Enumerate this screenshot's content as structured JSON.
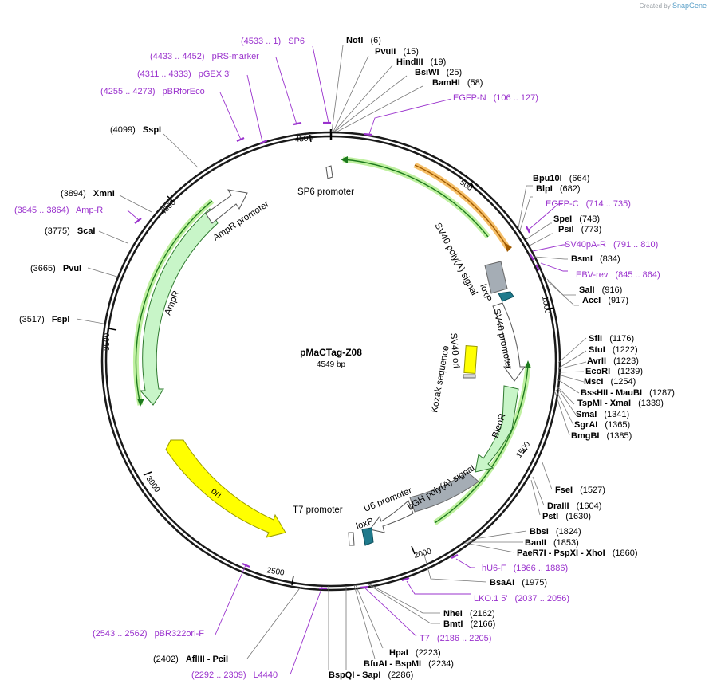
{
  "credit": {
    "prefix": "Created by",
    "brand": "SnapGene"
  },
  "plasmid": {
    "name": "pMaCTag-Z08",
    "size": "4549 bp"
  },
  "ticks": [
    "500",
    "1000",
    "1500",
    "2000",
    "2500",
    "3000",
    "3500",
    "4000",
    "4500"
  ],
  "sites": [
    {
      "name": "NotI",
      "pos": "(6)"
    },
    {
      "name": "PvuII",
      "pos": "(15)"
    },
    {
      "name": "HindIII",
      "pos": "(19)"
    },
    {
      "name": "BsiWI",
      "pos": "(25)"
    },
    {
      "name": "BamHI",
      "pos": "(58)"
    },
    {
      "name": "Bpu10I",
      "pos": "(664)"
    },
    {
      "name": "BlpI",
      "pos": "(682)"
    },
    {
      "name": "SpeI",
      "pos": "(748)"
    },
    {
      "name": "PsiI",
      "pos": "(773)"
    },
    {
      "name": "BsmI",
      "pos": "(834)"
    },
    {
      "name": "SalI",
      "pos": "(916)"
    },
    {
      "name": "AccI",
      "pos": "(917)"
    },
    {
      "name": "SfiI",
      "pos": "(1176)"
    },
    {
      "name": "StuI",
      "pos": "(1222)"
    },
    {
      "name": "AvrII",
      "pos": "(1223)"
    },
    {
      "name": "EcoRI",
      "pos": "(1239)"
    },
    {
      "name": "MscI",
      "pos": "(1254)"
    },
    {
      "name": "BssHII - MauBI",
      "pos": "(1287)"
    },
    {
      "name": "TspMI - XmaI",
      "pos": "(1339)"
    },
    {
      "name": "SmaI",
      "pos": "(1341)"
    },
    {
      "name": "SgrAI",
      "pos": "(1365)"
    },
    {
      "name": "BmgBI",
      "pos": "(1385)"
    },
    {
      "name": "FseI",
      "pos": "(1527)"
    },
    {
      "name": "DraIII",
      "pos": "(1604)"
    },
    {
      "name": "PstI",
      "pos": "(1630)"
    },
    {
      "name": "BbsI",
      "pos": "(1824)"
    },
    {
      "name": "BanII",
      "pos": "(1853)"
    },
    {
      "name": "PaeR7I - PspXI - XhoI",
      "pos": "(1860)"
    },
    {
      "name": "BsaAI",
      "pos": "(1975)"
    },
    {
      "name": "NheI",
      "pos": "(2162)"
    },
    {
      "name": "BmtI",
      "pos": "(2166)"
    },
    {
      "name": "HpaI",
      "pos": "(2223)"
    },
    {
      "name": "BfuAI - BspMI",
      "pos": "(2234)"
    },
    {
      "name": "BspQI - SapI",
      "pos": "(2286)"
    },
    {
      "name": "AflIII - PciI",
      "pos": "(2402)"
    },
    {
      "name": "FspI",
      "pos": "(3517)"
    },
    {
      "name": "PvuI",
      "pos": "(3665)"
    },
    {
      "name": "ScaI",
      "pos": "(3775)"
    },
    {
      "name": "XmnI",
      "pos": "(3894)"
    },
    {
      "name": "SspI",
      "pos": "(4099)"
    }
  ],
  "primers": [
    {
      "name": "SP6",
      "range": "(4533 .. 1)"
    },
    {
      "name": "pRS-marker",
      "range": "(4433 .. 4452)"
    },
    {
      "name": "pGEX 3'",
      "range": "(4311 .. 4333)"
    },
    {
      "name": "pBRforEco",
      "range": "(4255 .. 4273)"
    },
    {
      "name": "EGFP-N",
      "range": "(106 .. 127)"
    },
    {
      "name": "EGFP-C",
      "range": "(714 .. 735)"
    },
    {
      "name": "SV40pA-R",
      "range": "(791 .. 810)"
    },
    {
      "name": "EBV-rev",
      "range": "(845 .. 864)"
    },
    {
      "name": "Amp-R",
      "range": "(3845 .. 3864)"
    },
    {
      "name": "hU6-F",
      "range": "(1866 .. 1886)"
    },
    {
      "name": "LKO.1 5'",
      "range": "(2037 .. 2056)"
    },
    {
      "name": "T7",
      "range": "(2186 .. 2205)"
    },
    {
      "name": "pBR322ori-F",
      "range": "(2543 .. 2562)"
    },
    {
      "name": "L4440",
      "range": "(2292 .. 2309)"
    }
  ],
  "features": {
    "sp6": "SP6 promoter",
    "ampr_promoter": "AmpR promoter",
    "ampr": "AmpR",
    "sv40_polya": "SV40 poly(A) signal",
    "loxp_top": "loxP",
    "sv40_promoter": "SV40 promoter",
    "sv40_ori": "SV40 ori",
    "kozak": "Kozak sequence",
    "bleor": "BleoR",
    "bgh": "bGH poly(A) signal",
    "u6": "U6 promoter",
    "loxp_bottom": "loxP",
    "t7": "T7 promoter",
    "ori": "ori"
  },
  "colors": {
    "backbone": "#1a1a1a",
    "enzyme": "#000000",
    "primer": "#9a32cd",
    "resistance": "#c8f5c8",
    "ori": "#ffff00",
    "polya": "#a5adb5",
    "loxp": "#1f7a8c",
    "orf_highlight": "#f0a030",
    "strand_highlight": "#2a9a2a"
  }
}
